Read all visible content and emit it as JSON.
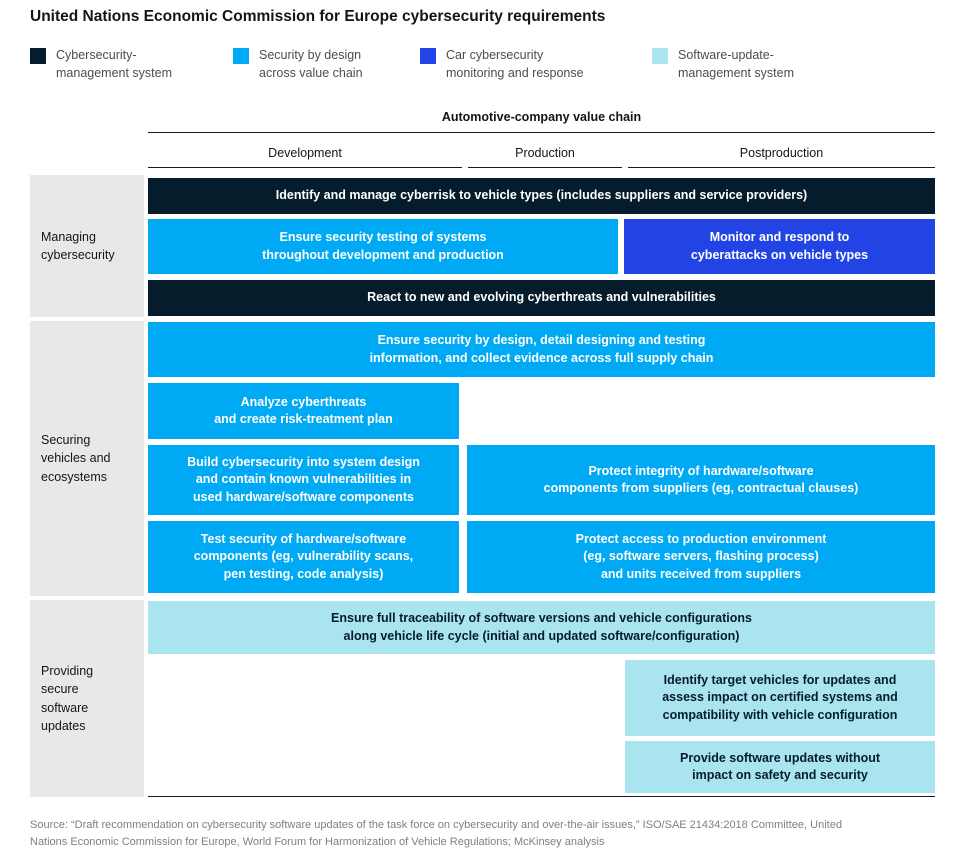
{
  "title": "United Nations Economic Commission for Europe cybersecurity requirements",
  "colors": {
    "cybersecurity_management": "#051c2c",
    "security_by_design": "#00a9f4",
    "monitoring_response": "#2344e4",
    "software_update": "#a9e4ef",
    "row_label_bg": "#e8e8e8",
    "rule": "#1a1a1a"
  },
  "legend": [
    {
      "label": "Cybersecurity-\nmanagement system",
      "category": "cybersecurity_management"
    },
    {
      "label": "Security by design\nacross value chain",
      "category": "security_by_design"
    },
    {
      "label": "Car cybersecurity\nmonitoring and response",
      "category": "monitoring_response"
    },
    {
      "label": "Software-update-\nmanagement system",
      "category": "software_update"
    }
  ],
  "value_chain": {
    "header": "Automotive-company value chain",
    "columns": [
      "Development",
      "Production",
      "Postproduction"
    ]
  },
  "sections": [
    {
      "label": "Managing\ncybersecurity"
    },
    {
      "label": "Securing\nvehicles and\necosystems"
    },
    {
      "label": "Providing\nsecure\nsoftware\nupdates"
    }
  ],
  "boxes": [
    {
      "category": "cybersecurity_management",
      "text": "Identify and manage cyberrisk to vehicle types (includes suppliers and service providers)"
    },
    {
      "category": "security_by_design",
      "text": "Ensure security testing of systems\nthroughout development and production"
    },
    {
      "category": "monitoring_response",
      "text": "Monitor and respond to\ncyberattacks on vehicle types"
    },
    {
      "category": "cybersecurity_management",
      "text": "React to new and evolving cyberthreats and vulnerabilities"
    },
    {
      "category": "security_by_design",
      "text": "Ensure security by design, detail designing and testing\ninformation, and collect evidence across full supply chain"
    },
    {
      "category": "security_by_design",
      "text": "Analyze cyberthreats\nand create risk-treatment plan"
    },
    {
      "category": "security_by_design",
      "text": "Build cybersecurity into system design\nand contain known vulnerabilities in\nused hardware/software components"
    },
    {
      "category": "security_by_design",
      "text": "Protect integrity of hardware/software\ncomponents from suppliers (eg, contractual clauses)"
    },
    {
      "category": "security_by_design",
      "text": "Test security of hardware/software\ncomponents (eg, vulnerability scans,\npen testing, code analysis)"
    },
    {
      "category": "security_by_design",
      "text": "Protect access to production environment\n(eg, software servers, flashing process)\nand units received from suppliers"
    },
    {
      "category": "software_update",
      "text": "Ensure full traceability of software versions and vehicle configurations\nalong vehicle life cycle (initial and updated software/configuration)"
    },
    {
      "category": "software_update",
      "text": "Identify target vehicles for updates and\nassess impact on certified systems and\ncompatibility with vehicle configuration"
    },
    {
      "category": "software_update",
      "text": "Provide software updates without\nimpact on safety and security"
    }
  ],
  "source": "Source: “Draft recommendation on cybersecurity software updates of the task force on cybersecurity and over-the-air issues,” ISO/SAE 21434:2018 Committee, United\nNations Economic Commission for Europe, World Forum for Harmonization of Vehicle Regulations; McKinsey analysis"
}
